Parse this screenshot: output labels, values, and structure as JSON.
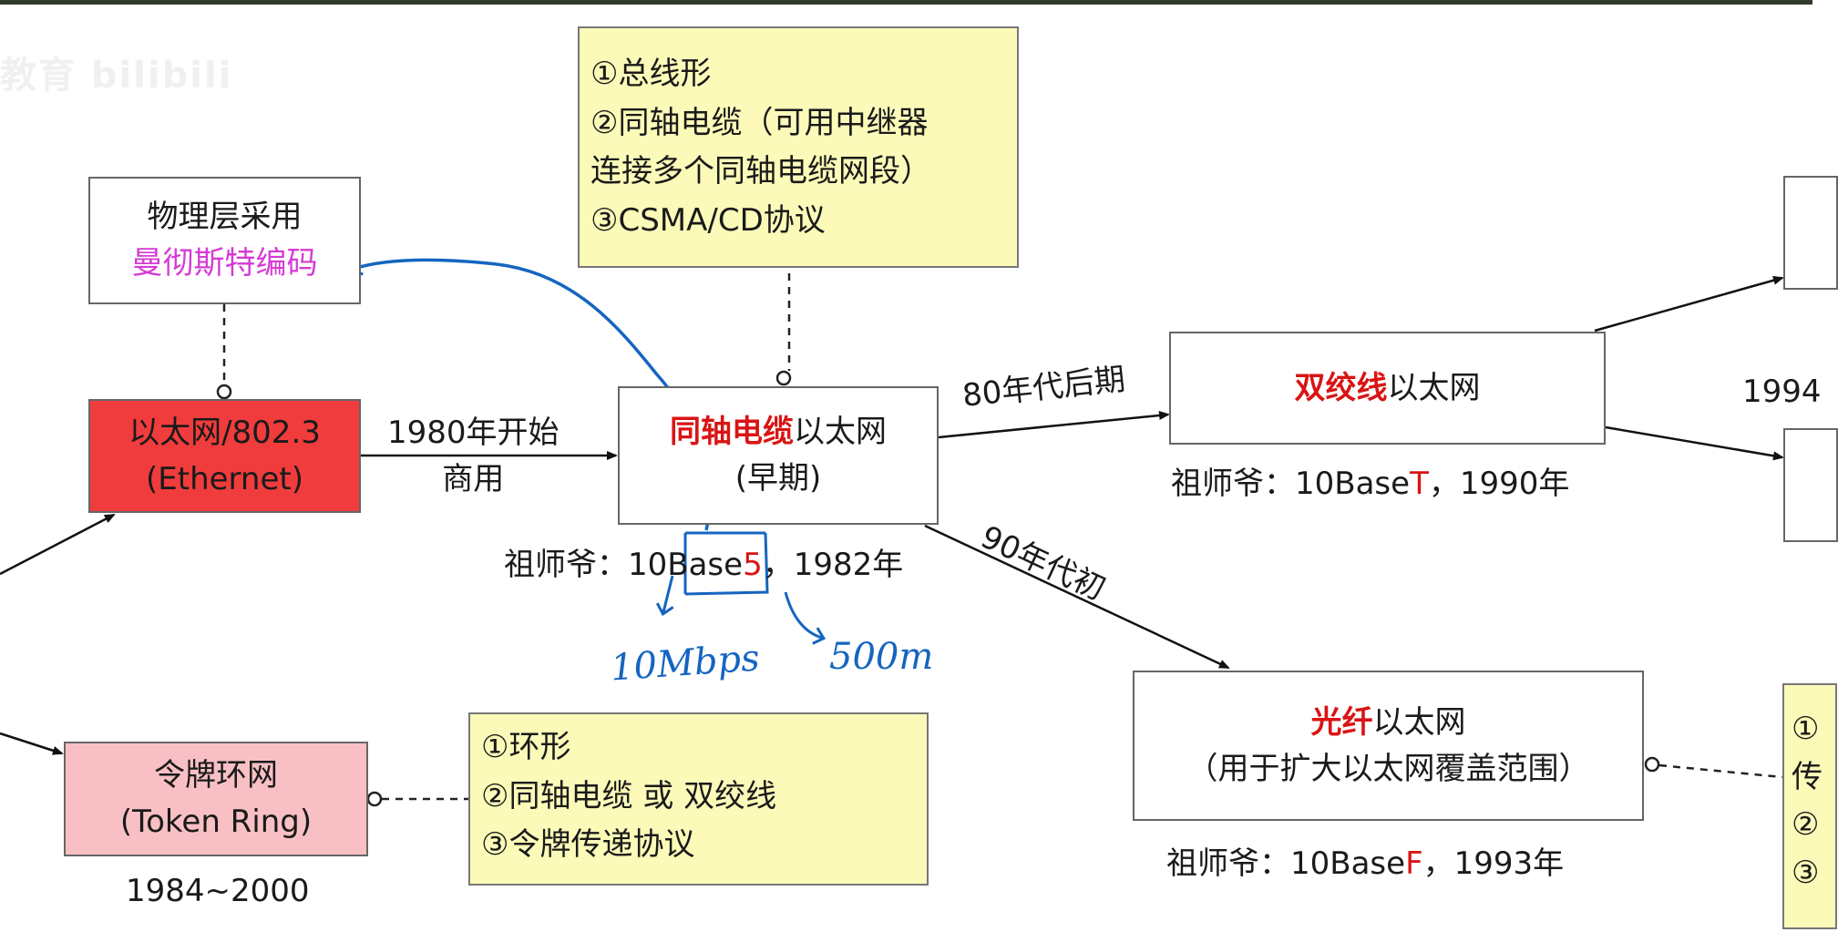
{
  "watermark": "教育 bilibili",
  "manchester_box": {
    "title": "物理层采用",
    "highlight": "曼彻斯特编码"
  },
  "ethernet_box": {
    "line1": "以太网/802.3",
    "line2": "(Ethernet)"
  },
  "edge_1980": {
    "line1": "1980年开始",
    "line2": "商用"
  },
  "coax_box": {
    "bold": "同轴电缆",
    "rest": "以太网",
    "line2": "(早期)"
  },
  "coax_grandpa": {
    "prefix": "祖师爷：10",
    "mid": "Base",
    "digit": "5",
    "suffix": "，1982年"
  },
  "coax_note": {
    "line1": "①总线形",
    "line2": "②同轴电缆（可用中继器",
    "line3": "连接多个同轴电缆网段）",
    "line4": "③CSMA/CD协议"
  },
  "edge_80s": "80年代后期",
  "edge_90s": "90年代初",
  "twisted_box": {
    "bold": "双绞线",
    "rest": "以太网"
  },
  "twisted_grandpa": {
    "prefix": "祖师爷：10Base",
    "letter": "T",
    "suffix": "，1990年"
  },
  "fiber_box": {
    "bold": "光纤",
    "rest": "以太网",
    "line2": "（用于扩大以太网覆盖范围）"
  },
  "fiber_grandpa": {
    "prefix": "祖师爷：10Base",
    "letter": "F",
    "suffix": "，1993年"
  },
  "token_box": {
    "line1": "令牌环网",
    "line2": "(Token Ring)"
  },
  "token_years": "1984~2000",
  "token_note": {
    "line1": "①环形",
    "line2": "②同轴电缆 或 双绞线",
    "line3": "③令牌传递协议"
  },
  "right_partial": {
    "year": "1994",
    "note_line1": "①",
    "note_line2": "传",
    "note_line3": "②",
    "note_line4": "③"
  },
  "handwriting": {
    "speed": "10Mbps",
    "distance": "500m"
  },
  "colors": {
    "ethernet_fill": "#f03c3c",
    "token_fill": "#f8c0c4",
    "note_fill": "#fbfab9",
    "emphasis_red": "#d91414",
    "magenta_text": "#d63ad6",
    "handwriting_blue": "#1565c0",
    "handwriting_red": "#e02020"
  }
}
